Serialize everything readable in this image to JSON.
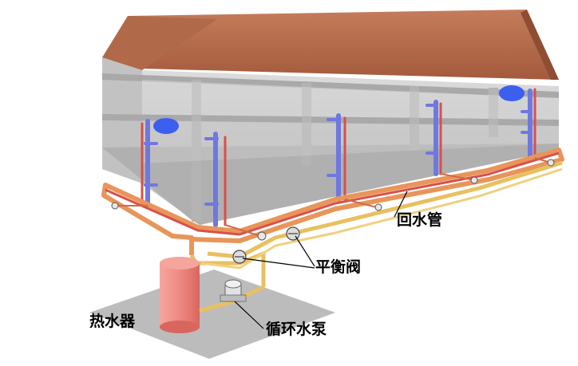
{
  "labels": {
    "return_pipe": "回水管",
    "balance_valve": "平衡阀",
    "water_heater": "热水器",
    "circulation_pump": "循环水泵"
  },
  "colors": {
    "roof": "#b8704e",
    "wall": "#c9c9c9",
    "supply_pipe": "#d8504a",
    "return_pipe": "#e8c060",
    "riser": "#6f78e0",
    "ground": "#b8b8b8",
    "heater_tank": "#ee8a82"
  },
  "icons": [
    "water-tank-icon",
    "pump-icon",
    "balance-valve-icon"
  ]
}
